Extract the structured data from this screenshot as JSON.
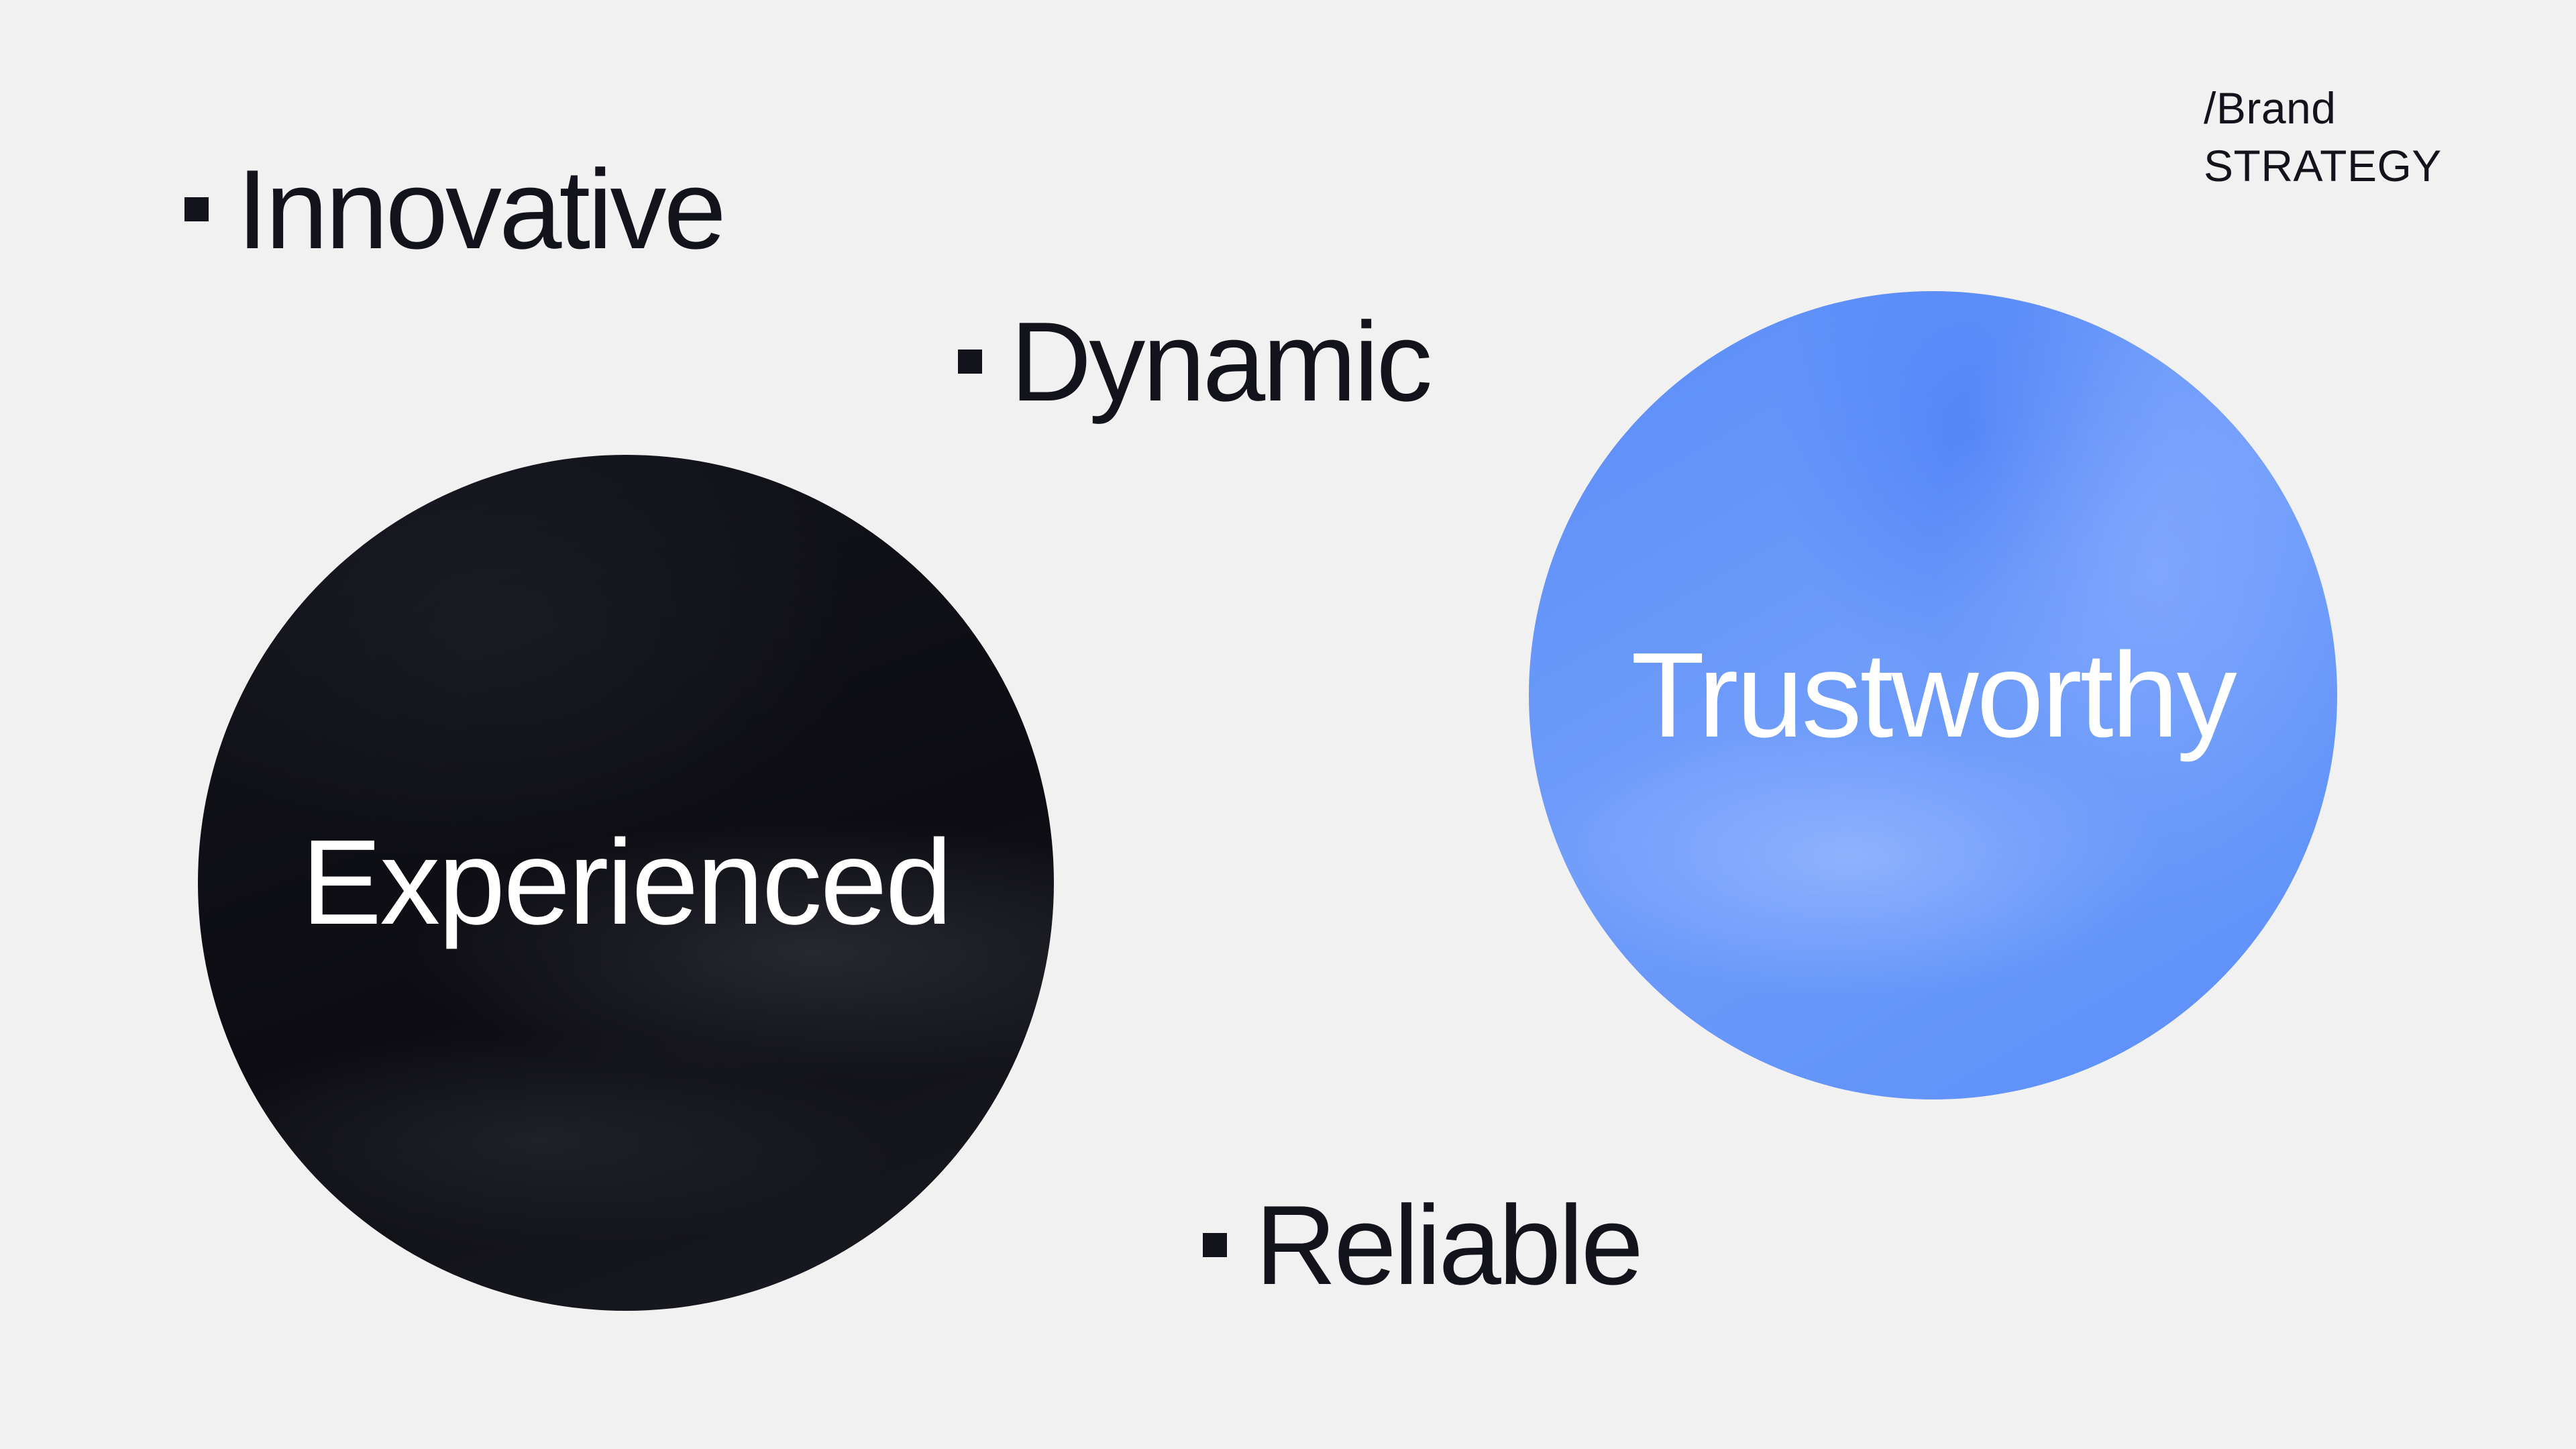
{
  "brand": {
    "line1": "/Brand",
    "line2": "STRATEGY"
  },
  "attributes": {
    "innovative": "Innovative",
    "dynamic": "Dynamic",
    "reliable": "Reliable"
  },
  "circles": {
    "dark": {
      "label": "Experienced",
      "color": "#111118"
    },
    "blue": {
      "label": "Trustworthy",
      "color": "#5b8ff9"
    }
  },
  "colors": {
    "background": "#f1f1f1",
    "text": "#13131c",
    "accent": "#5b8ff9"
  }
}
